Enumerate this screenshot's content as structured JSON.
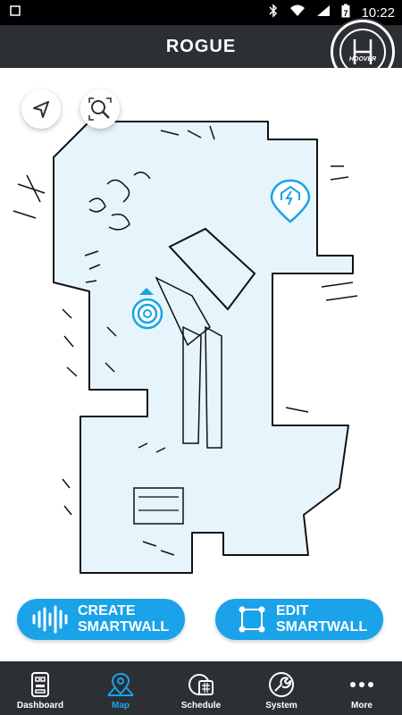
{
  "status_bar": {
    "time": "10:22",
    "battery_level": "7"
  },
  "header": {
    "title": "ROGUE"
  },
  "logo": {
    "text": "HOOVER"
  },
  "map": {
    "accent_color": "#1aa3e8",
    "floor_color": "#e6f4fb",
    "controls": [
      {
        "icon": "locate-arrow-icon"
      },
      {
        "icon": "zoom-fit-icon"
      }
    ],
    "markers": {
      "dock": "charging-dock-icon",
      "robot": "robot-position-icon"
    }
  },
  "actions": {
    "create": {
      "line1": "CREATE",
      "line2": "SMARTWALL",
      "icon": "sound-wave-icon"
    },
    "edit": {
      "line1": "EDIT",
      "line2": "SMARTWALL",
      "icon": "edit-square-icon"
    }
  },
  "tabs": [
    {
      "label": "Dashboard",
      "icon": "dashboard-icon",
      "active": false
    },
    {
      "label": "Map",
      "icon": "map-pin-icon",
      "active": true
    },
    {
      "label": "Schedule",
      "icon": "calendar-icon",
      "active": false
    },
    {
      "label": "System",
      "icon": "wrench-icon",
      "active": false
    },
    {
      "label": "More",
      "icon": "more-dots-icon",
      "active": false
    }
  ]
}
